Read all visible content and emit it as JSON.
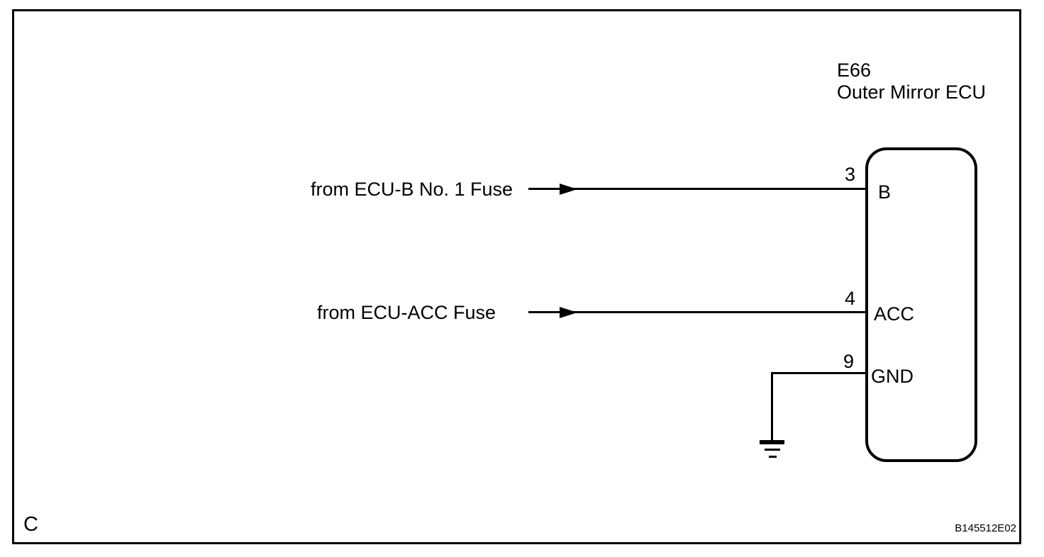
{
  "diagram": {
    "connector": {
      "code": "E66",
      "name": "Outer Mirror ECU",
      "pins": [
        {
          "number": "3",
          "label": "B",
          "source_label": "from ECU-B No. 1 Fuse"
        },
        {
          "number": "4",
          "label": "ACC",
          "source_label": "from ECU-ACC Fuse"
        },
        {
          "number": "9",
          "label": "GND",
          "symbol": "ground-symbol"
        }
      ]
    },
    "footer": {
      "section_letter": "C",
      "figure_code": "B145512E02"
    },
    "colors": {
      "line": "#000000",
      "background": "#ffffff"
    }
  }
}
